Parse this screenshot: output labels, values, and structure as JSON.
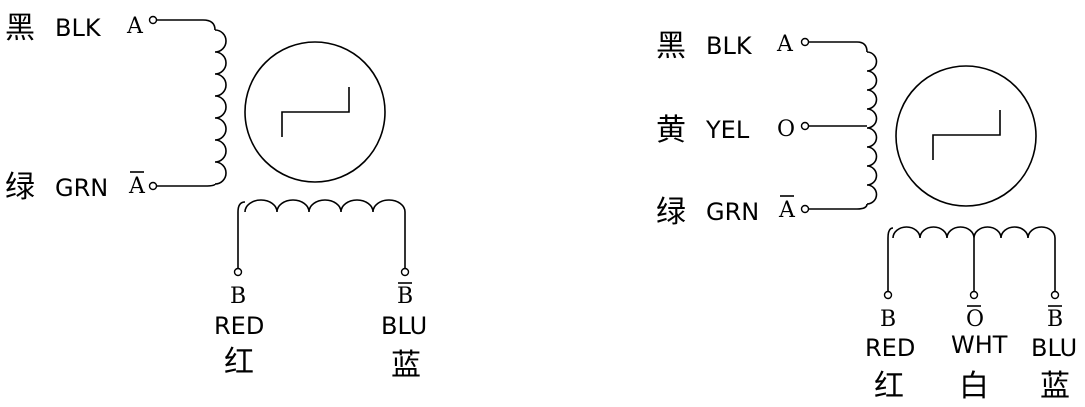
{
  "left_motor": {
    "coil_a": {
      "top": {
        "cn": "黑",
        "en": "BLK",
        "pin": "A"
      },
      "bottom": {
        "cn": "绿",
        "en": "GRN",
        "pin": "A"
      }
    },
    "coil_b": {
      "left": {
        "pin": "B",
        "en": "RED",
        "cn": "红"
      },
      "right": {
        "pin": "B",
        "en": "BLU",
        "cn": "蓝"
      }
    }
  },
  "right_motor": {
    "coil_a": {
      "top": {
        "cn": "黑",
        "en": "BLK",
        "pin": "A"
      },
      "center": {
        "cn": "黄",
        "en": "YEL",
        "pin": "O"
      },
      "bottom": {
        "cn": "绿",
        "en": "GRN",
        "pin": "A"
      }
    },
    "coil_b": {
      "left": {
        "pin": "B",
        "en": "RED",
        "cn": "红"
      },
      "center": {
        "pin": "O",
        "en": "WHT",
        "cn": "白"
      },
      "right": {
        "pin": "B",
        "en": "BLU",
        "cn": "蓝"
      }
    }
  }
}
